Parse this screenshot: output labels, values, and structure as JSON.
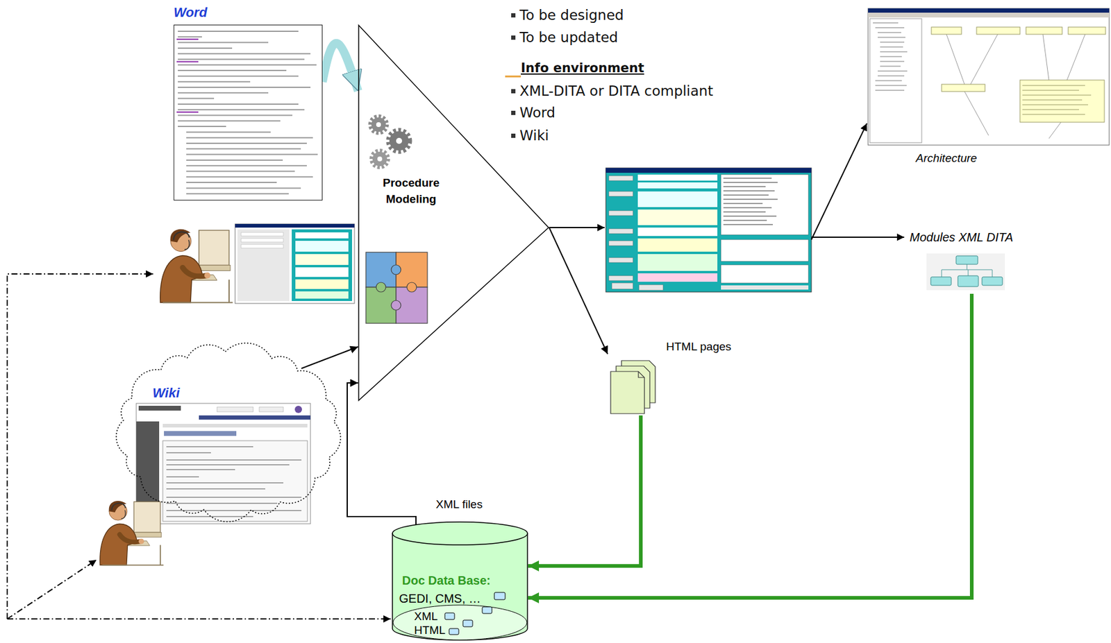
{
  "diagram": {
    "nodes": [
      {
        "text": [
          "Word"
        ]
      },
      {
        "text": [
          "Procedure Modeling"
        ]
      },
      {
        "text": [
          "Wiki"
        ]
      },
      {
        "text": [
          "HTML pages"
        ]
      },
      {
        "text": [
          "Architecture"
        ]
      },
      {
        "text": [
          "Modules XML DITA"
        ]
      },
      {
        "text": [
          "Doc Data Base:",
          "GEDI, CMS, …",
          "XML",
          "HTML"
        ]
      }
    ],
    "edges": [
      {
        "from": 0,
        "to": 1,
        "arrow": "to"
      },
      {
        "from": 2,
        "to": 1,
        "arrow": "to"
      },
      {
        "from": 6,
        "to": 1,
        "label": "XML files",
        "arrow": "to"
      },
      {
        "from": 1,
        "to": 3,
        "arrow": "to"
      },
      {
        "from": 3,
        "to": 6,
        "arrow": "to"
      },
      {
        "from": 5,
        "to": 6,
        "arrow": "to"
      }
    ],
    "labels": [
      "To be designed",
      "To be updated",
      "Info environment",
      "XML-DITA or DITA compliant",
      "Word",
      "Wiki"
    ]
  }
}
